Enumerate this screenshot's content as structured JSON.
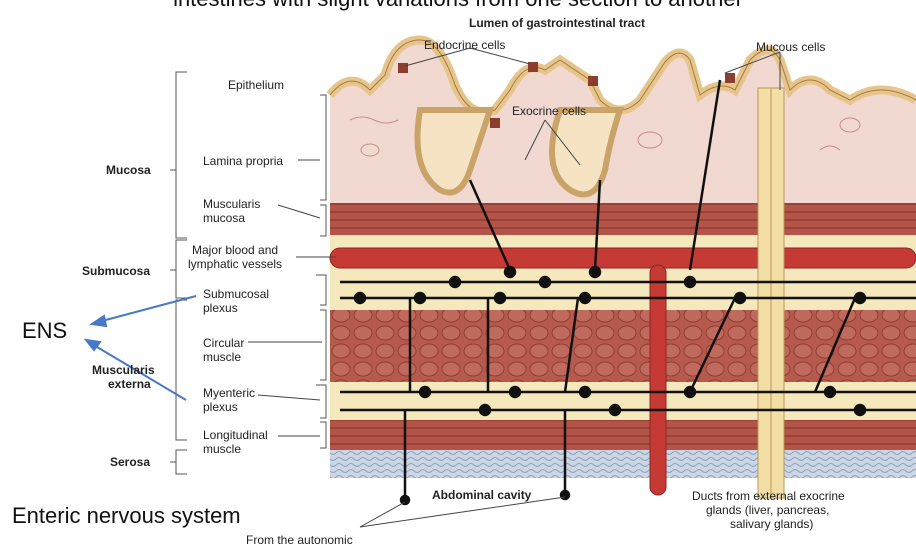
{
  "title": "intestines with slight variations from one section to another",
  "labels": {
    "lumen": "Lumen of gastrointestinal tract",
    "endocrine": "Endocrine cells",
    "mucous": "Mucous cells",
    "exocrine": "Exocrine cells",
    "epithelium": "Epithelium",
    "lamina": "Lamina propria",
    "muscularis_mucosa_1": "Muscularis",
    "muscularis_mucosa_2": "mucosa",
    "vessels_1": "Major blood and",
    "vessels_2": "lymphatic vessels",
    "submucosal_1": "Submucosal",
    "submucosal_2": "plexus",
    "circular_1": "Circular",
    "circular_2": "muscle",
    "myenteric_1": "Myenteric",
    "myenteric_2": "plexus",
    "longitudinal_1": "Longitudinal",
    "longitudinal_2": "muscle",
    "abdominal": "Abdominal cavity",
    "ducts_1": "Ducts from external exocrine",
    "ducts_2": "glands (liver, pancreas,",
    "ducts_3": "salivary glands)",
    "autonomic": "From the autonomic"
  },
  "layers": {
    "mucosa": "Mucosa",
    "submucosa": "Submucosa",
    "muscularis_1": "Muscularis",
    "muscularis_2": "externa",
    "serosa": "Serosa"
  },
  "annotations": {
    "ens": "ENS",
    "enteric": "Enteric nervous system"
  },
  "colors": {
    "mucosa": "#f0d6cf",
    "muscle": "#b8574c",
    "submucosa": "#f6e8bd",
    "serosa": "#c9d4e2",
    "vessel": "#c63a36",
    "duct": "#f3dfa6",
    "arrow": "#4a78c8"
  }
}
